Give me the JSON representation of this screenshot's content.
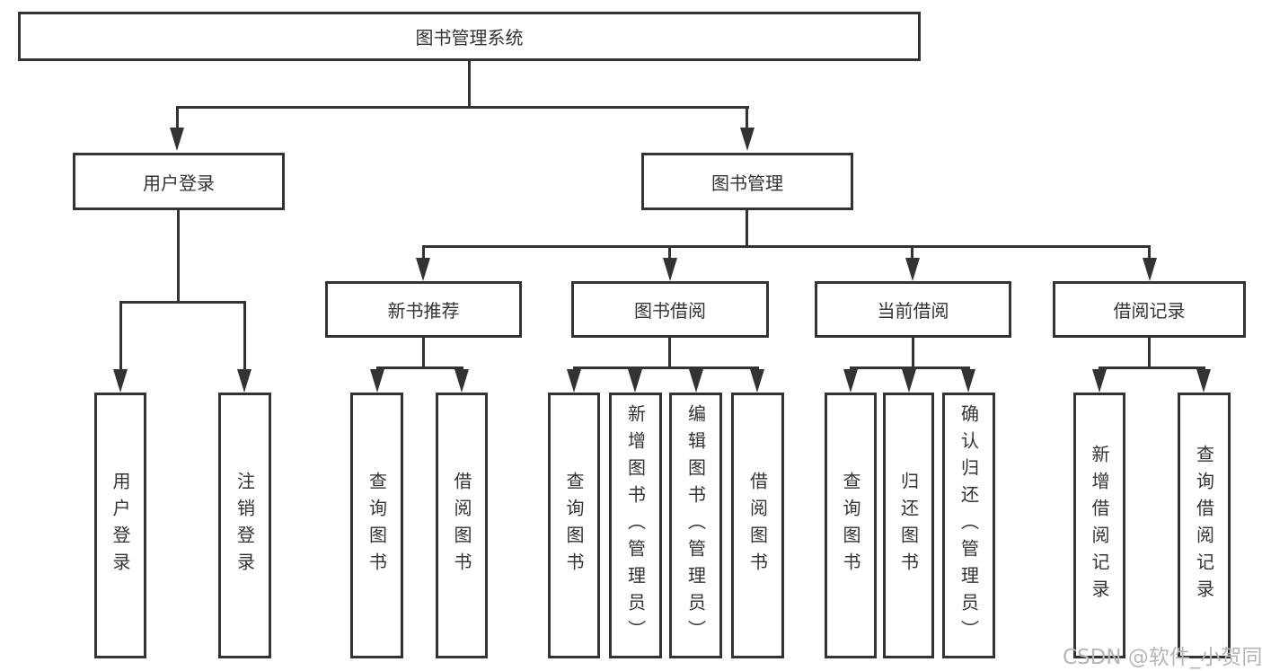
{
  "diagram": {
    "root": {
      "label": "图书管理系统"
    },
    "branches": [
      {
        "label": "用户登录",
        "children": [
          {
            "label": "用户登录"
          },
          {
            "label": "注销登录"
          }
        ]
      },
      {
        "label": "图书管理",
        "sections": [
          {
            "label": "新书推荐",
            "children": [
              {
                "label": "查询图书"
              },
              {
                "label": "借阅图书"
              }
            ]
          },
          {
            "label": "图书借阅",
            "children": [
              {
                "label": "查询图书"
              },
              {
                "label": "新增图书（管理员）"
              },
              {
                "label": "编辑图书（管理员）"
              },
              {
                "label": "借阅图书"
              }
            ]
          },
          {
            "label": "当前借阅",
            "children": [
              {
                "label": "查询图书"
              },
              {
                "label": "归还图书"
              },
              {
                "label": "确认归还（管理员）"
              }
            ]
          },
          {
            "label": "借阅记录",
            "children": [
              {
                "label": "新增借阅记录"
              },
              {
                "label": "查询借阅记录"
              }
            ]
          }
        ]
      }
    ]
  },
  "watermark": {
    "text": "CSDN @软件_小贺同学"
  },
  "colors": {
    "line": "#333333",
    "box_border": "#333333",
    "box_fill": "#ffffff",
    "text": "#333333",
    "watermark": "#b5b5b5",
    "background": "#ffffff"
  }
}
